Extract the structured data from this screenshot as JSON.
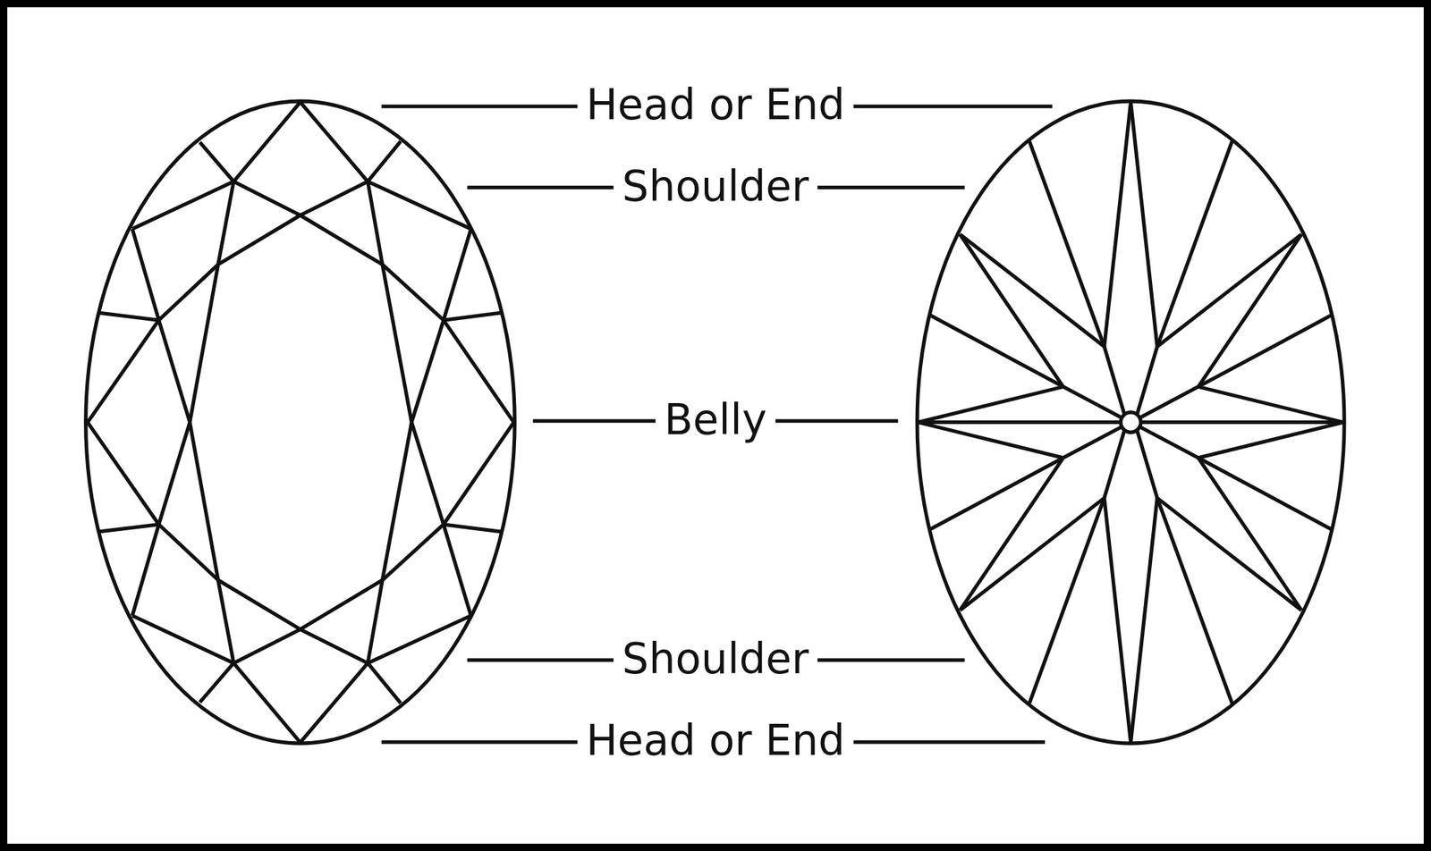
{
  "diagram": {
    "labels": [
      "Head or End",
      "Shoulder",
      "Belly",
      "Shoulder",
      "Head or End"
    ]
  }
}
